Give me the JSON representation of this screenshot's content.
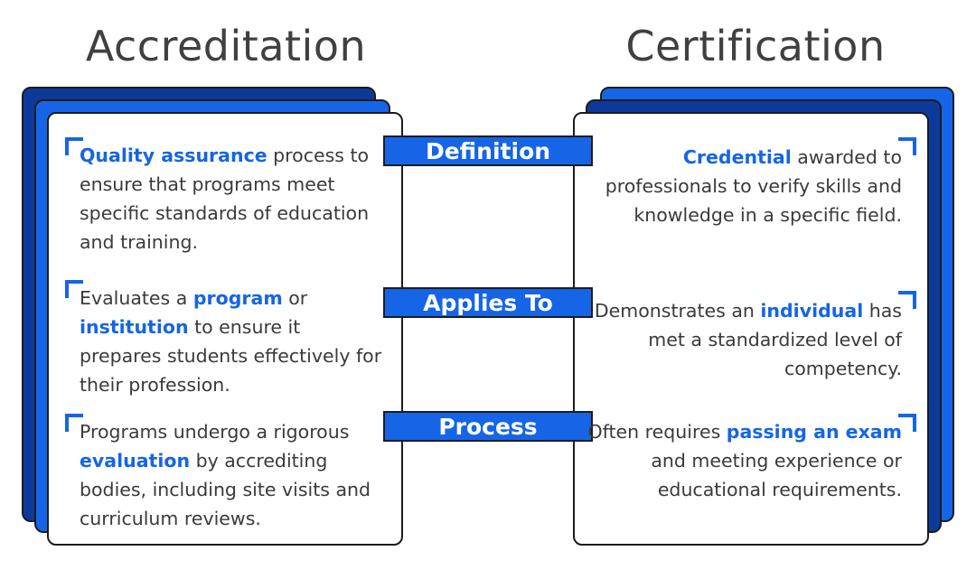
{
  "titles": {
    "left": "Accreditation",
    "right": "Certification"
  },
  "colors": {
    "accent": "#1565e6",
    "dark_blue": "#0d3a9a",
    "outline": "#1c1c1c",
    "text": "#3a3a3a"
  },
  "rows": [
    {
      "label": "Definition",
      "left": [
        {
          "t": "Quality assurance",
          "hl": true
        },
        {
          "t": " process to ensure that programs meet specific standards of education and training.",
          "hl": false
        }
      ],
      "right": [
        {
          "t": "Credential",
          "hl": true
        },
        {
          "t": " awarded to professionals to verify skills and knowledge in a specific field.",
          "hl": false
        }
      ]
    },
    {
      "label": "Applies To",
      "left": [
        {
          "t": "Evaluates a ",
          "hl": false
        },
        {
          "t": "program",
          "hl": true
        },
        {
          "t": " or ",
          "hl": false
        },
        {
          "t": "institution",
          "hl": true
        },
        {
          "t": " to ensure it prepares students effectively for their profession.",
          "hl": false
        }
      ],
      "right": [
        {
          "t": "Demonstrates an ",
          "hl": false
        },
        {
          "t": "individual",
          "hl": true
        },
        {
          "t": " has met a standardized level of competency.",
          "hl": false
        }
      ]
    },
    {
      "label": "Process",
      "left": [
        {
          "t": "Programs undergo a rigorous ",
          "hl": false
        },
        {
          "t": "evaluation",
          "hl": true
        },
        {
          "t": " by accrediting bodies, including site visits and curriculum reviews.",
          "hl": false
        }
      ],
      "right": [
        {
          "t": "Often requires ",
          "hl": false
        },
        {
          "t": "passing an exam",
          "hl": true
        },
        {
          "t": " and meeting experience or educational requirements.",
          "hl": false
        }
      ]
    }
  ]
}
